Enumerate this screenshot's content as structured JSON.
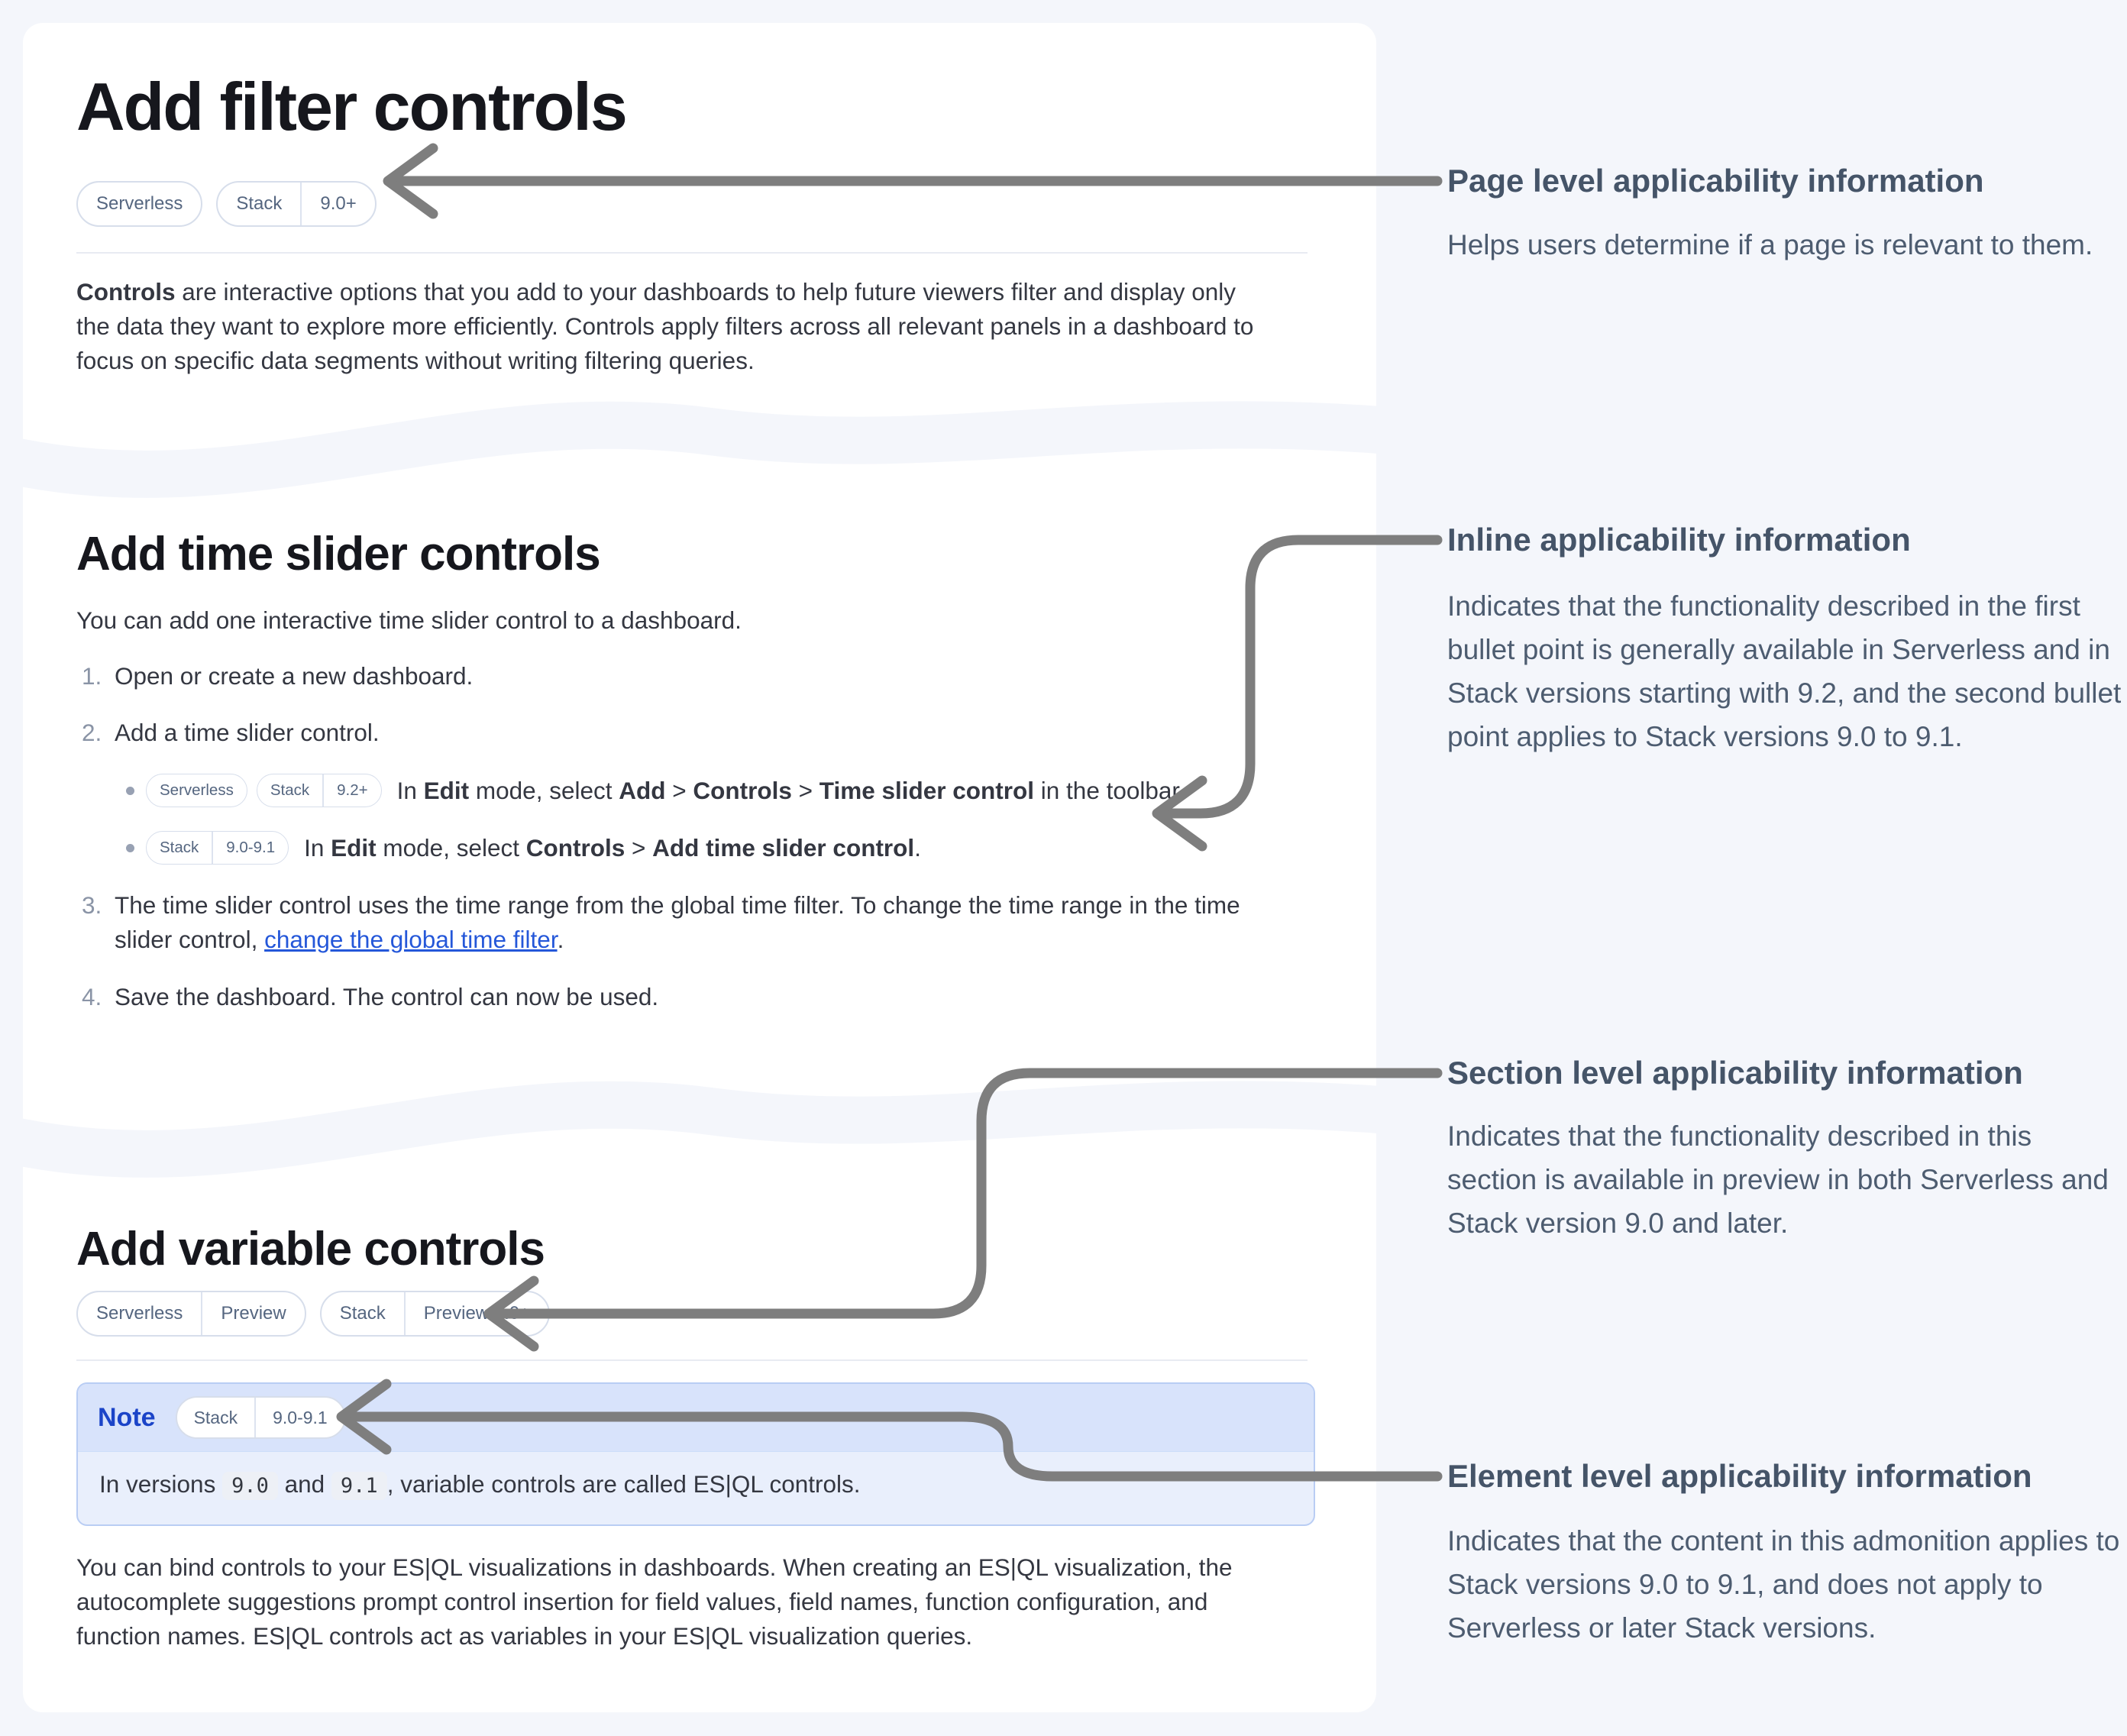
{
  "colors": {
    "page_bg": "#f4f6fb",
    "card_bg": "#ffffff",
    "heading": "#16171d",
    "body_text": "#343741",
    "annotation_text": "#4d5c70",
    "arrow": "#7e7e7e",
    "link": "#2457d9",
    "note_label": "#1b44c8",
    "note_border": "#b9cdf4",
    "note_header_bg": "#d8e3fb",
    "note_body_bg": "#e9effc",
    "pill_border": "#d7deeb"
  },
  "card1": {
    "title": "Add filter controls",
    "badge1_seg1": "Serverless",
    "badge2_seg1": "Stack",
    "badge2_seg2": "9.0+",
    "p_bold": "Controls",
    "p_rest": " are interactive options that you add to your dashboards to help future viewers filter and display only the data they want to explore more efficiently. Controls apply filters across all relevant panels in a dashboard to focus on specific data segments without writing filtering queries."
  },
  "card2": {
    "title": "Add time slider controls",
    "intro": "You can add one interactive time slider control to a dashboard.",
    "step1_num": "1.",
    "step1": "Open or create a new dashboard.",
    "step2_num": "2.",
    "step2": "Add a time slider control.",
    "bullet1": {
      "badge1_seg1": "Serverless",
      "badge2_seg1": "Stack",
      "badge2_seg2": "9.2+",
      "t1": "In ",
      "b1": "Edit",
      "t2": " mode, select ",
      "b2": "Add",
      "t3": " > ",
      "b3": "Controls",
      "t4": " > ",
      "b4": "Time slider control",
      "t5": " in the toolbar."
    },
    "bullet2": {
      "badge1_seg1": "Stack",
      "badge1_seg2": "9.0-9.1",
      "t1": "In ",
      "b1": "Edit",
      "t2": " mode, select ",
      "b2": "Controls",
      "t3": " > ",
      "b3": "Add time slider control",
      "t4": "."
    },
    "step3_num": "3.",
    "step3_pre": "The time slider control uses the time range from the global time filter. To change the time range in the time slider control, ",
    "step3_link": "change the global time filter",
    "step3_post": ".",
    "step4_num": "4.",
    "step4": "Save the dashboard. The control can now be used."
  },
  "card3": {
    "title": "Add variable controls",
    "badge1_seg1": "Serverless",
    "badge1_seg2": "Preview",
    "badge2_seg1": "Stack",
    "badge2_seg2": "Preview 9.0+",
    "note": {
      "label": "Note",
      "badge_seg1": "Stack",
      "badge_seg2": "9.0-9.1",
      "t1": "In versions ",
      "c1": "9.0",
      "t2": " and ",
      "c2": "9.1",
      "t3": ", variable controls are called ES|QL controls."
    },
    "p": "You can bind controls to your ES|QL visualizations in dashboards. When creating an ES|QL visualization, the autocomplete suggestions prompt control insertion for field values, field names, function configuration, and function names. ES|QL controls act as variables in your ES|QL visualization queries."
  },
  "annotations": {
    "a1": {
      "heading": "Page level applicability information",
      "body": "Helps users determine if a page is relevant to them."
    },
    "a2": {
      "heading": "Inline applicability information",
      "body": "Indicates that the functionality described in the first bullet point is generally available in Serverless and in Stack versions starting with 9.2, and the second bullet point applies to Stack versions 9.0 to 9.1."
    },
    "a3": {
      "heading": "Section level applicability information",
      "body": "Indicates that the functionality described in this section is available in preview in both Serverless and Stack version 9.0 and later."
    },
    "a4": {
      "heading": "Element level applicability information",
      "body": "Indicates that the content in this admonition applies to Stack versions 9.0 to 9.1, and does not apply to Serverless or later Stack versions."
    }
  }
}
